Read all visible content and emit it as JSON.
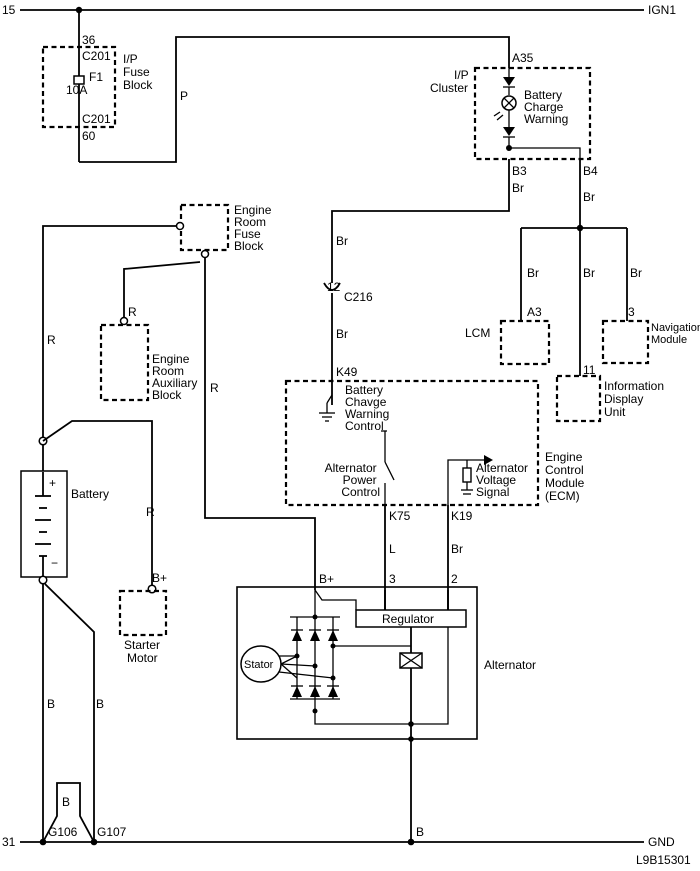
{
  "rails": {
    "top_left": "15",
    "top_right": "IGN1",
    "bottom_left": "31",
    "bottom_right": "GND"
  },
  "fuse_block": {
    "title_lines": [
      "I/P",
      "Fuse",
      "Block"
    ],
    "pin_top": "36",
    "connector_top": "C201",
    "fuse_name": "F1",
    "fuse_rating": "10A",
    "connector_bottom": "C201",
    "pin_bottom": "60",
    "wire_color": "P"
  },
  "cluster": {
    "title_lines": [
      "I/P",
      "Cluster"
    ],
    "pin_in": "A35",
    "lamp_lines": [
      "Battery",
      "Charge",
      "Warning"
    ],
    "pin_b3": "B3",
    "pin_b4": "B4",
    "wire_b3": "Br",
    "wire_b4": "Br"
  },
  "engine_fuse_block": {
    "title_lines": [
      "Engine",
      "Room",
      "Fuse",
      "Block"
    ]
  },
  "aux_block": {
    "title_lines": [
      "Engine",
      "Room",
      "Auxiliary",
      "Block"
    ],
    "wire_color": "R"
  },
  "c216": {
    "pin": "12",
    "name": "C216",
    "wire_upper": "Br",
    "wire_lower": "Br"
  },
  "bus": {
    "wire_lcm": "Br",
    "wire_center": "Br",
    "wire_nav": "Br"
  },
  "lcm": {
    "label": "LCM",
    "pin": "A3"
  },
  "nav": {
    "pin": "3",
    "title_lines": [
      "Navigation",
      "Module"
    ]
  },
  "idu": {
    "pin": "11",
    "title_lines": [
      "Information",
      "Display",
      "Unit"
    ]
  },
  "ecm": {
    "title_lines": [
      "Engine",
      "Control",
      "Module",
      "(ECM)"
    ],
    "pin_k49": "K49",
    "warning_lines": [
      "Battery",
      "Chavge",
      "Warning",
      "Control"
    ],
    "power_lines": [
      "Alternator",
      "Power",
      "Control"
    ],
    "signal_lines": [
      "Alternator",
      "Voltage",
      "Signal"
    ],
    "pin_k75": "K75",
    "pin_k19": "K19",
    "wire_k75": "L",
    "wire_k19": "Br"
  },
  "battery": {
    "label": "Battery",
    "plus": "+",
    "minus": "−",
    "wire_top_left": "R",
    "wire_to_starter": "R",
    "wire_ground_left": "B",
    "wire_ground_right": "B"
  },
  "starter": {
    "terminal": "B+",
    "title_lines": [
      "Starter",
      "Motor"
    ]
  },
  "alternator": {
    "label": "Alternator",
    "terminal_bplus": "B+",
    "terminal_3": "3",
    "terminal_2": "2",
    "regulator": "Regulator",
    "stator": "Stator",
    "wire_main_r": "R",
    "ground_wire": "B"
  },
  "grounds": {
    "g106": "G106",
    "g107": "G107",
    "loop_wire": "B"
  },
  "doc_id": "L9B15301"
}
